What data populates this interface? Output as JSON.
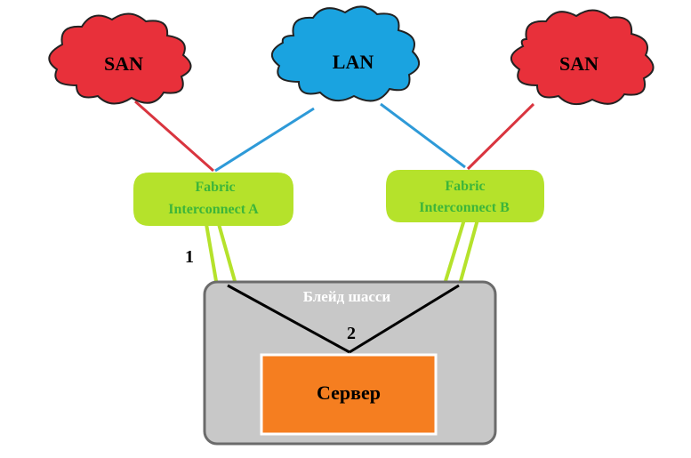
{
  "clouds": {
    "san_left": {
      "label": "SAN",
      "color": "#e8303a"
    },
    "lan": {
      "label": "LAN",
      "color": "#1aa3e0"
    },
    "san_right": {
      "label": "SAN",
      "color": "#e8303a"
    }
  },
  "fabric_interconnects": {
    "a": {
      "line1": "Fabric",
      "line2": "Interconnect A"
    },
    "b": {
      "line1": "Fabric",
      "line2": "Interconnect B"
    },
    "fill_color": "#b5e22b",
    "text_color": "#3db53a"
  },
  "links": {
    "san_color": "#d9353f",
    "lan_color": "#2e9ad8",
    "uplink_color": "#b5e22b",
    "internal_color": "#000000"
  },
  "labels": {
    "uplink_number": "1",
    "internal_number": "2"
  },
  "chassis": {
    "label": "Блейд шасси",
    "fill_color": "#c8c8c8",
    "border_color": "#6b6b6b"
  },
  "server": {
    "label": "Сервер",
    "fill_color": "#f57e20"
  }
}
